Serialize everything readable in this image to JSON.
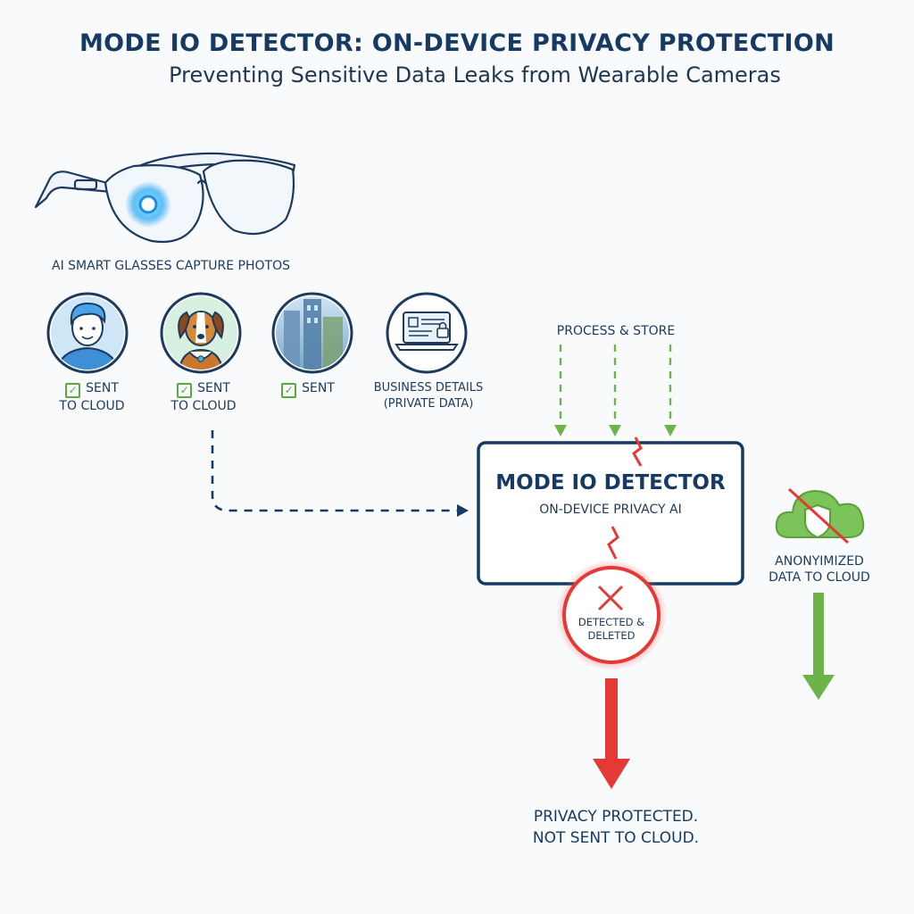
{
  "title": "MODE IO DETECTOR: ON-DEVICE PRIVACY PROTECTION",
  "subtitle": "Preventing Sensitive Data Leaks from Wearable Cameras",
  "glasses": {
    "caption": "AI SMART GLASSES CAPTURE PHOTOS",
    "icon": "smart-glasses-icon"
  },
  "captures": [
    {
      "icon": "person-face-icon",
      "label_line1": "SENT",
      "label_line2": "TO CLOUD",
      "checked": true
    },
    {
      "icon": "dog-icon",
      "label_line1": "SENT",
      "label_line2": "TO CLOUD",
      "checked": true
    },
    {
      "icon": "building-icon",
      "label_line1": "SENT",
      "label_line2": "",
      "checked": true
    },
    {
      "icon": "laptop-lock-icon",
      "label_line1": "BUSINESS DETAILS",
      "label_line2": "(PRIVATE DATA)",
      "checked": false
    }
  ],
  "process_label": "PROCESS & STORE",
  "detector": {
    "title": "MODE IO DETECTOR",
    "subtitle": "ON-DEVICE PRIVACY AI"
  },
  "deleted_label_line1": "DETECTED &",
  "deleted_label_line2": "DELETED",
  "anonymized_line1": "ANONYIMIZED",
  "anonymized_line2": "DATA TO CLOUD",
  "result_line1": "PRIVACY PROTECTED.",
  "result_line2": "NOT SENT TO CLOUD.",
  "colors": {
    "navy": "#163a63",
    "green": "#6cb34a",
    "red": "#e53935",
    "glow_blue": "#2aa8f0"
  }
}
